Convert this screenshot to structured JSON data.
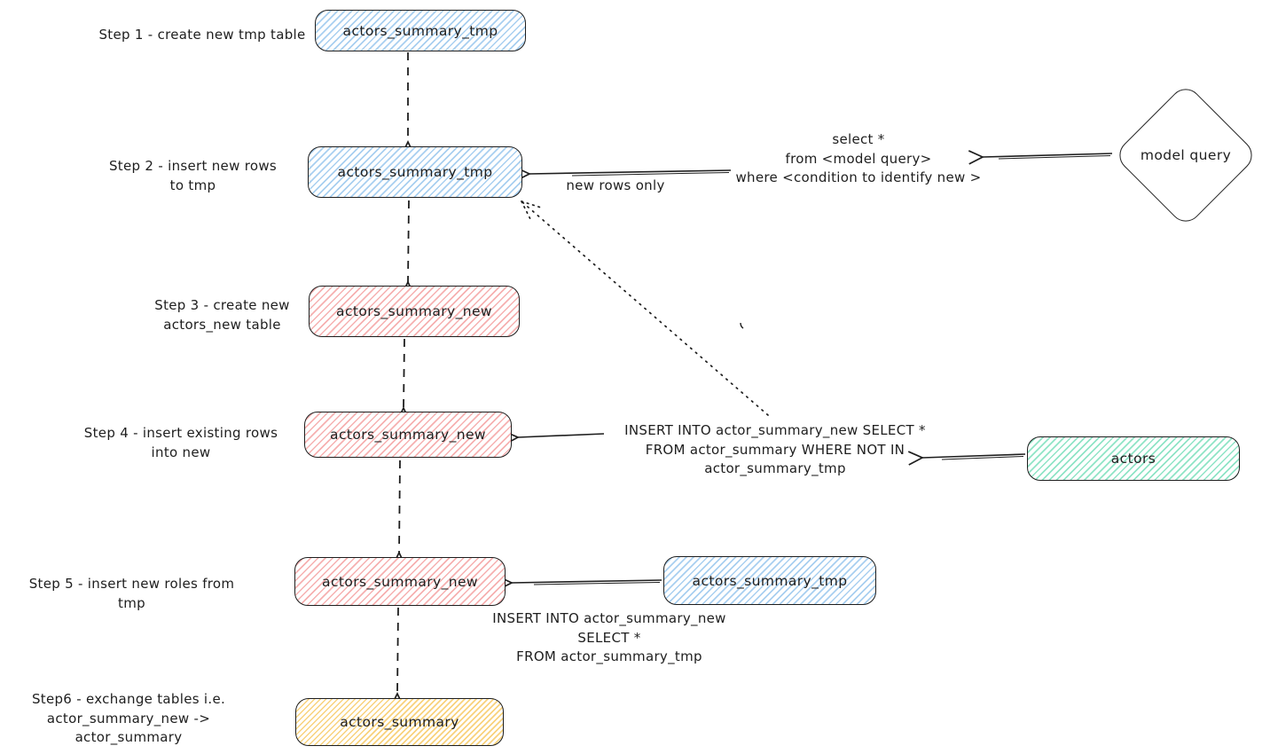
{
  "labels": {
    "step1": "Step 1 - create new tmp table",
    "step2": "Step 2 - insert new rows\nto tmp",
    "step3": "Step 3 - create new\nactors_new table",
    "step4": "Step 4 - insert existing rows\ninto new",
    "step5": "Step 5 - insert new roles from tmp",
    "step6": "Step6 - exchange tables i.e.\nactor_summary_new -> actor_summary"
  },
  "nodes": {
    "step1_table": "actors_summary_tmp",
    "step2_table": "actors_summary_tmp",
    "step3_table": "actors_summary_new",
    "step4_table": "actors_summary_new",
    "step5_table": "actors_summary_new",
    "step6_table": "actors_summary",
    "tmp_source_table": "actors_summary_tmp",
    "actors_table": "actors",
    "model_query": "model query"
  },
  "annotations": {
    "model_query_sql": "select *\nfrom <model query>\nwhere <condition to identify new >",
    "new_rows_only": "new rows only",
    "insert_existing_sql": "INSERT INTO actor_summary_new SELECT *\nFROM actor_summary WHERE NOT IN\nactor_summary_tmp",
    "insert_from_tmp_sql": "INSERT INTO actor_summary_new\nSELECT *\nFROM actor_summary_tmp"
  },
  "colors": {
    "stroke": "#1e1e1e",
    "blue_fill": "#a5d8ff",
    "red_fill": "#ffc9c9",
    "green_fill": "#96f2d7",
    "yellow_fill": "#ffec99"
  }
}
